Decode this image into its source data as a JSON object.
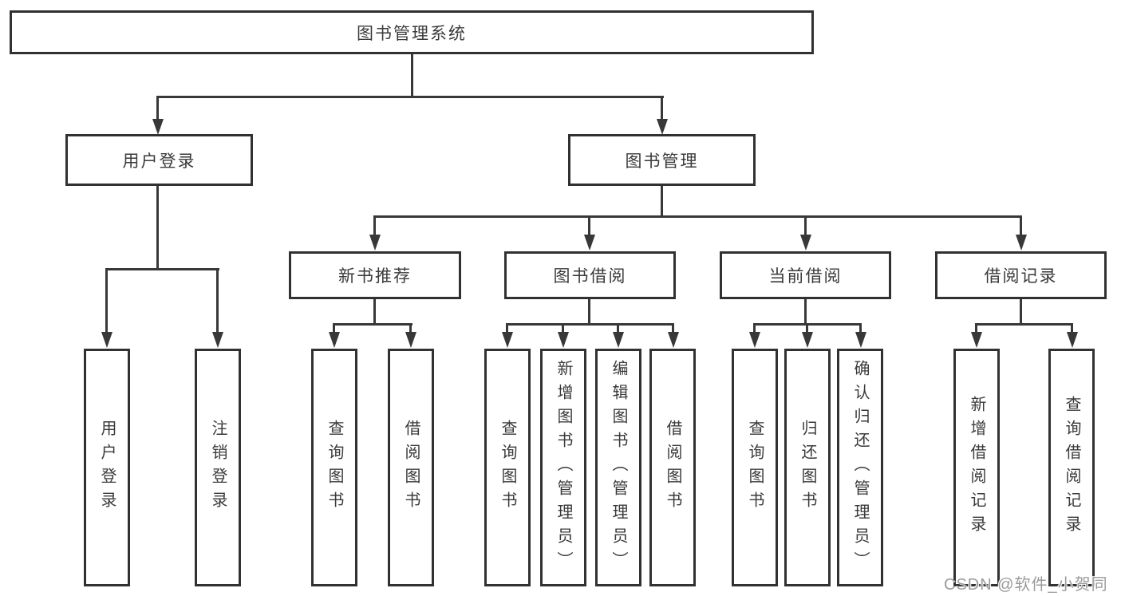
{
  "tree": {
    "root": "图书管理系统",
    "children": [
      {
        "label": "用户登录",
        "children": [
          "用户登录",
          "注销登录"
        ]
      },
      {
        "label": "图书管理",
        "children": [
          {
            "label": "新书推荐",
            "children": [
              "查询图书",
              "借阅图书"
            ]
          },
          {
            "label": "图书借阅",
            "children": [
              "查询图书",
              "新增图书（管理员）",
              "编辑图书（管理员）",
              "借阅图书"
            ]
          },
          {
            "label": "当前借阅",
            "children": [
              "查询图书",
              "归还图书",
              "确认归还（管理员）"
            ]
          },
          {
            "label": "借阅记录",
            "children": [
              "新增借阅记录",
              "查询借阅记录"
            ]
          }
        ]
      }
    ]
  },
  "watermark": {
    "text": "CSDN @软件_小贺同学"
  },
  "colors": {
    "line": "#383838",
    "box_border": "#313131",
    "text": "#3a3a3a",
    "background": "#ffffff",
    "watermark": "#9b9b9b"
  }
}
